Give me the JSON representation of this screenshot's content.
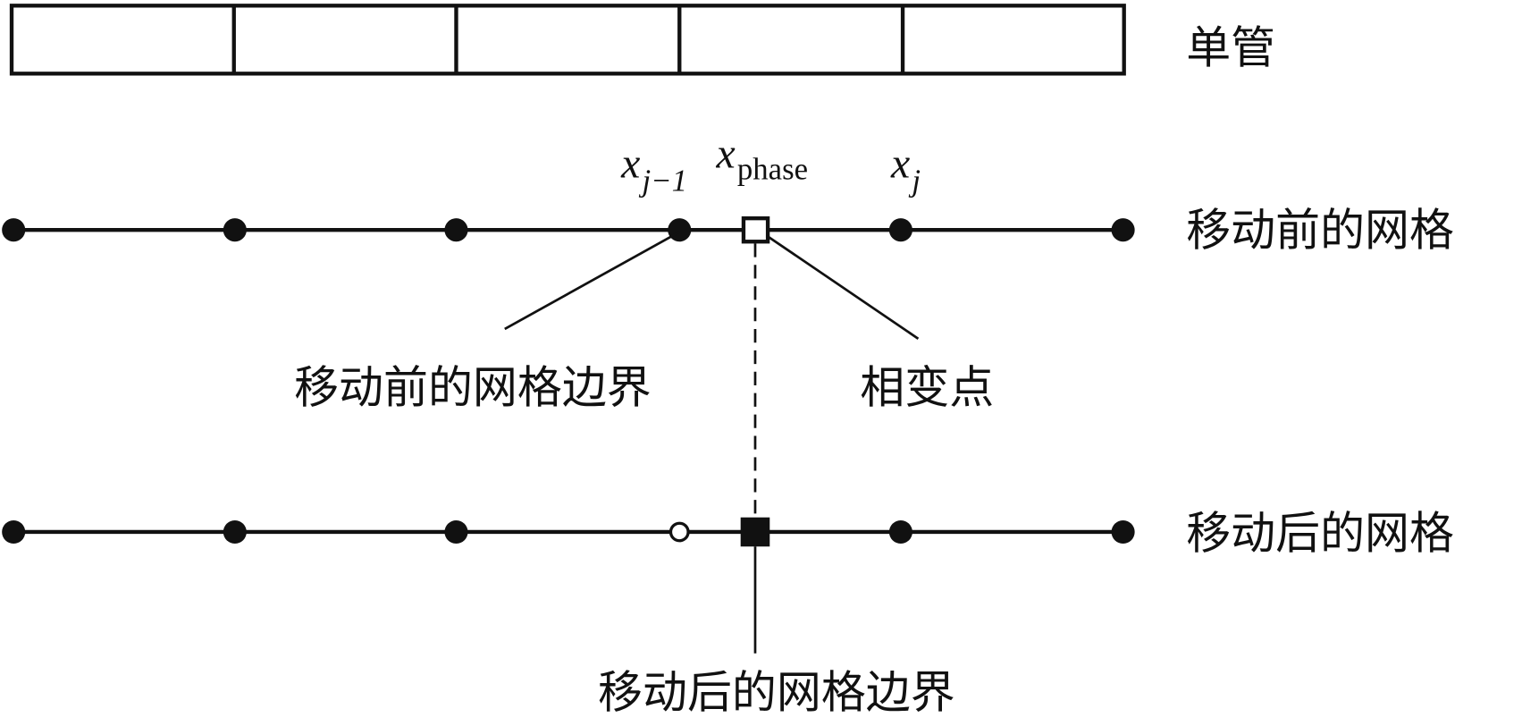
{
  "labels": {
    "single_tube": "单管",
    "grid_before": "移动前的网格",
    "grid_after": "移动后的网格",
    "boundary_before": "移动前的网格边界",
    "phase_point": "相变点",
    "boundary_after": "移动后的网格边界"
  },
  "math": {
    "x_prev": {
      "base": "x",
      "sub": "j−1"
    },
    "x_phase": {
      "base": "x",
      "sub": "phase"
    },
    "x_j": {
      "base": "x",
      "sub": "j"
    }
  },
  "colors": {
    "ink": "#111111",
    "background": "#ffffff"
  }
}
